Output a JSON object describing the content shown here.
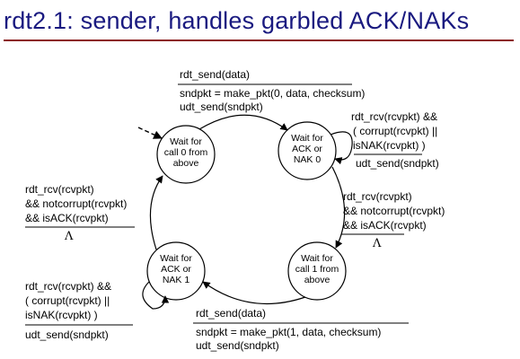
{
  "title": "rdt2.1: sender, handles garbled ACK/NAKs",
  "colors": {
    "title": "#1a1a80",
    "title_rule": "#8c1c1c"
  },
  "states": [
    {
      "id": "s0",
      "text": "Wait for\ncall 0 from\nabove"
    },
    {
      "id": "s1",
      "text": "Wait for\nACK or\nNAK 0"
    },
    {
      "id": "s2",
      "text": "Wait for\ncall 1 from\nabove"
    },
    {
      "id": "s3",
      "text": "Wait for\nACK or\nNAK 1"
    }
  ],
  "transitions": {
    "t0": {
      "event": "rdt_send(data)",
      "actions": [
        "sndpkt = make_pkt(0, data, checksum)",
        "udt_send(sndpkt)"
      ]
    },
    "t1": {
      "event": [
        "rdt_rcv(rcvpkt) &&",
        "( corrupt(rcvpkt) ||",
        "isNAK(rcvpkt) )"
      ],
      "actions": [
        "udt_send(sndpkt)"
      ]
    },
    "t2": {
      "event": [
        "rdt_rcv(rcvpkt)",
        "&& notcorrupt(rcvpkt)",
        "&& isACK(rcvpkt)"
      ],
      "action": "Λ"
    },
    "t3": {
      "event": "rdt_send(data)",
      "actions": [
        "sndpkt = make_pkt(1, data, checksum)",
        "udt_send(sndpkt)"
      ]
    },
    "t4": {
      "event": [
        "rdt_rcv(rcvpkt) &&",
        "( corrupt(rcvpkt) ||",
        "isNAK(rcvpkt) )"
      ],
      "actions": [
        "udt_send(sndpkt)"
      ]
    },
    "t5": {
      "event": [
        "rdt_rcv(rcvpkt)",
        "&& notcorrupt(rcvpkt)",
        "&& isACK(rcvpkt)"
      ],
      "action": "Λ"
    }
  }
}
